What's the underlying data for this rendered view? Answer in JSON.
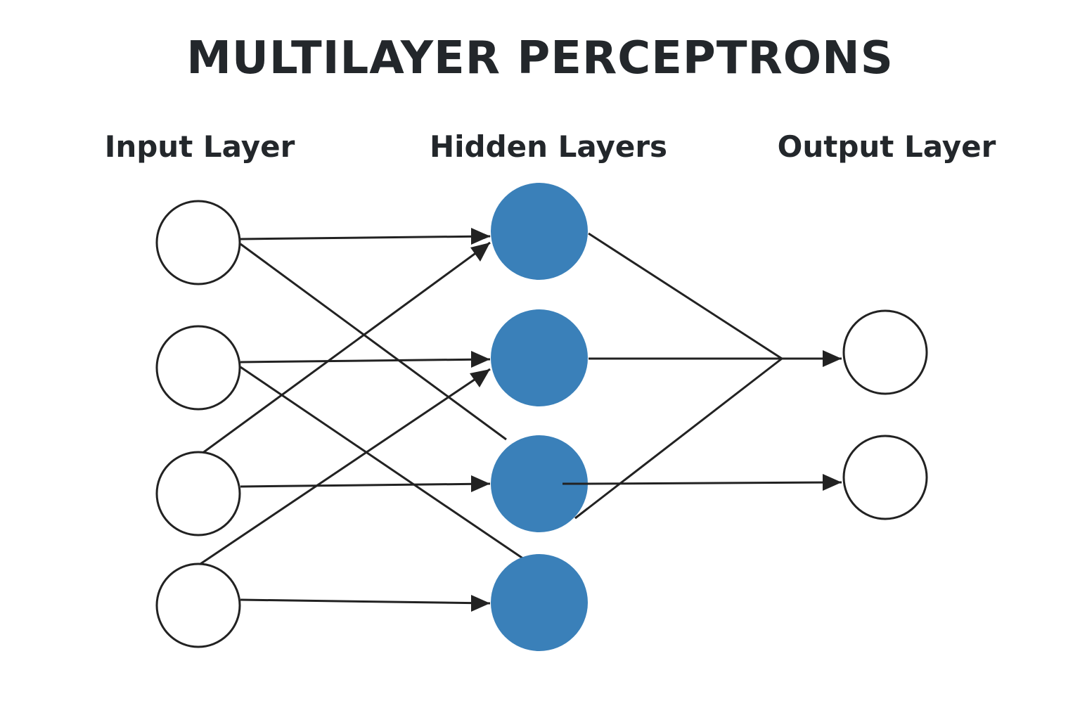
{
  "title": "MULTILAYER PERCEPTRONS",
  "layers": {
    "input": {
      "label": "Input Layer",
      "node_count": 4
    },
    "hidden": {
      "label": "Hidden Layers",
      "node_count": 4
    },
    "output": {
      "label": "Output Layer",
      "node_count": 2
    }
  },
  "colors": {
    "text": "#23272b",
    "hidden_fill": "#3a80b9",
    "stroke": "#222222",
    "node_empty_fill": "#ffffff"
  }
}
